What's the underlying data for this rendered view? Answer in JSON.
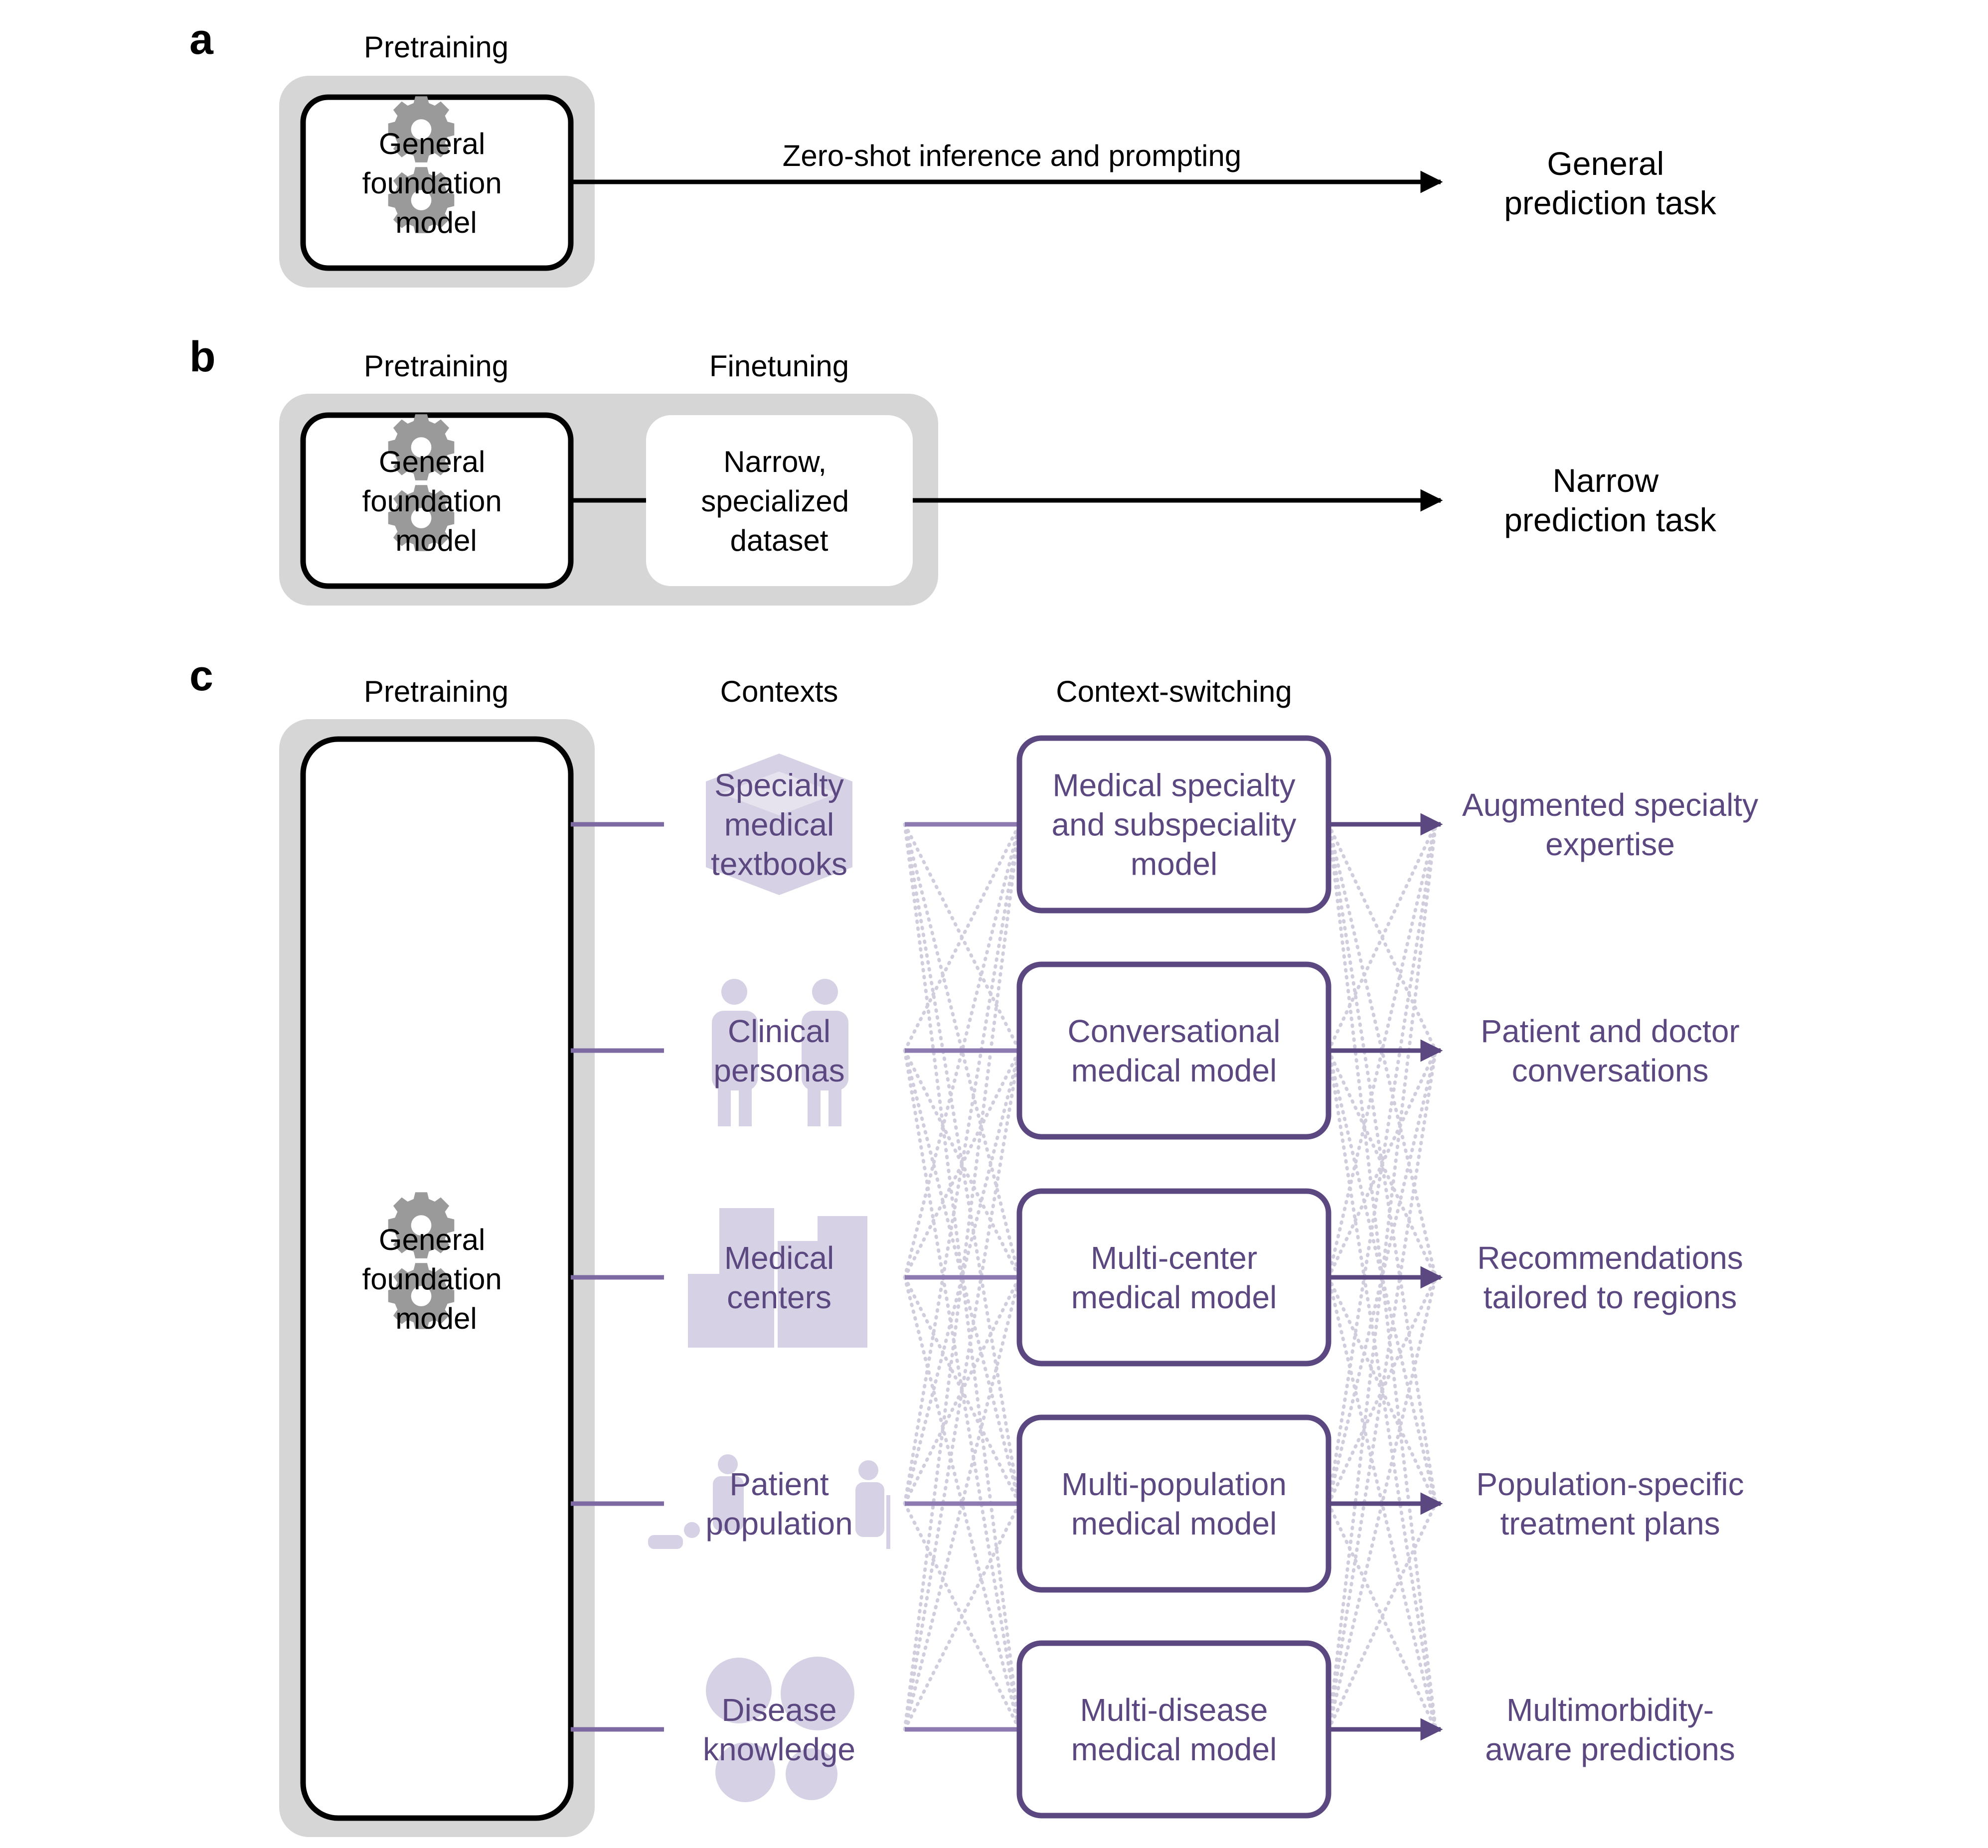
{
  "colors": {
    "black": "#000000",
    "gray_panel": "#d6d6d6",
    "gear": "#9a9a9a",
    "purple": "#5b4880",
    "icon_purple": "#d6d1e4",
    "dot_line": "#d2cddd"
  },
  "panel_a": {
    "letter": "a",
    "stage_label": "Pretraining",
    "model": [
      "General",
      "foundation",
      "model"
    ],
    "arrow_label": "Zero-shot inference and prompting",
    "output": [
      "General",
      "prediction task"
    ]
  },
  "panel_b": {
    "letter": "b",
    "stage_label": "Pretraining",
    "finetune_label": "Finetuning",
    "model": [
      "General",
      "foundation",
      "model"
    ],
    "dataset": [
      "Narrow,",
      "specialized",
      "dataset"
    ],
    "output": [
      "Narrow",
      "prediction task"
    ]
  },
  "panel_c": {
    "letter": "c",
    "stage_label": "Pretraining",
    "contexts_label": "Contexts",
    "switching_label": "Context-switching",
    "model": [
      "General",
      "foundation",
      "model"
    ],
    "rows": [
      {
        "icon": "textbooks-icon",
        "context": [
          "Specialty",
          "medical",
          "textbooks"
        ],
        "model": [
          "Medical specialty",
          "and subspeciality",
          "model"
        ],
        "output": [
          "Augmented specialty",
          "expertise"
        ]
      },
      {
        "icon": "clinical-personas-icon",
        "context": [
          "Clinical",
          "personas"
        ],
        "model": [
          "Conversational",
          "medical model"
        ],
        "output": [
          "Patient and doctor",
          "conversations"
        ]
      },
      {
        "icon": "medical-centers-icon",
        "context": [
          "Medical",
          "centers"
        ],
        "model": [
          "Multi-center",
          "medical model"
        ],
        "output": [
          "Recommendations",
          "tailored to regions"
        ]
      },
      {
        "icon": "patient-population-icon",
        "context": [
          "Patient",
          "population"
        ],
        "model": [
          "Multi-population",
          "medical model"
        ],
        "output": [
          "Population-specific",
          "treatment plans"
        ]
      },
      {
        "icon": "disease-knowledge-icon",
        "context": [
          "Disease",
          "knowledge"
        ],
        "model": [
          "Multi-disease",
          "medical model"
        ],
        "output": [
          "Multimorbidity-",
          "aware predictions"
        ]
      }
    ]
  }
}
